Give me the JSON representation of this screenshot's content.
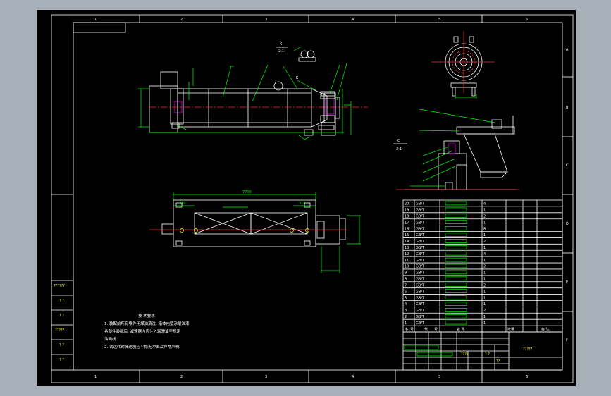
{
  "zone_labels": {
    "top": [
      "1",
      "2",
      "3",
      "4",
      "5",
      "6"
    ],
    "bottom": [
      "1",
      "2",
      "3",
      "4",
      "5",
      "6"
    ],
    "right": [
      "A",
      "B",
      "C",
      "D",
      "E",
      "F"
    ]
  },
  "section_views": {
    "k": {
      "letter": "K",
      "scale": "2:1"
    },
    "c": {
      "letter": "C",
      "scale": "2:1"
    }
  },
  "main_view": {
    "mark": "K"
  },
  "plan_view": {
    "overall_dim": "7700",
    "dim_left": "310",
    "dim_right": "310"
  },
  "left_strip": [
    "??????",
    "? ?",
    "? ?",
    "?????",
    "? ?",
    "? ?"
  ],
  "tech_notes": {
    "title": "技 术要求",
    "lines": [
      "1. 装配前所有零件用煤油清洗, 箱体内壁涂耐油漆",
      "   各部件装配后, 减速器内应注入润滑油至规定",
      "   油面线.",
      "2. 试运转时减速器应平稳无冲击及异常声响."
    ]
  },
  "bom_rows": [
    [
      "20",
      "GB/T",
      "",
      "4",
      "",
      "",
      ""
    ],
    [
      "19",
      "GB/T",
      "",
      "1",
      "",
      "",
      ""
    ],
    [
      "18",
      "GB/T",
      "",
      "2",
      "",
      "",
      ""
    ],
    [
      "17",
      "GB/T",
      "",
      "1",
      "",
      "",
      ""
    ],
    [
      "16",
      "GB/T",
      "",
      "8",
      "",
      "",
      ""
    ],
    [
      "15",
      "GB/T",
      "",
      "1",
      "",
      "",
      ""
    ],
    [
      "14",
      "GB/T",
      "",
      "2",
      "",
      "",
      ""
    ],
    [
      "13",
      "GB/T",
      "",
      "1",
      "",
      "",
      ""
    ],
    [
      "12",
      "GB/T",
      "",
      "4",
      "",
      "",
      ""
    ],
    [
      "11",
      "GB/T",
      "",
      "1",
      "",
      "",
      ""
    ],
    [
      "10",
      "GB/T",
      "",
      "2",
      "",
      "",
      ""
    ],
    [
      "9",
      "GB/T",
      "",
      "1",
      "",
      "",
      ""
    ],
    [
      "8",
      "GB/T",
      "",
      "1",
      "",
      "",
      ""
    ],
    [
      "7",
      "GB/T",
      "",
      "2",
      "",
      "",
      ""
    ],
    [
      "6",
      "GB/T",
      "",
      "1",
      "",
      "",
      ""
    ],
    [
      "5",
      "GB/T",
      "",
      "1",
      "",
      "",
      ""
    ],
    [
      "4",
      "GB/T",
      "",
      "1",
      "",
      "",
      ""
    ],
    [
      "3",
      "GB/T",
      "",
      "2",
      "",
      "",
      ""
    ],
    [
      "2",
      "GB/T",
      "",
      "1",
      "",
      "",
      ""
    ],
    [
      "1",
      "GB/T",
      "",
      "1",
      "",
      "",
      ""
    ]
  ],
  "bom_header": [
    "序",
    "号",
    "代",
    "号",
    "名 称",
    "数量",
    "备 注"
  ],
  "title_block": {
    "drawing_name": "?????",
    "mid_a": "????",
    "mid_b": "? ?",
    "mid_c": "??"
  }
}
